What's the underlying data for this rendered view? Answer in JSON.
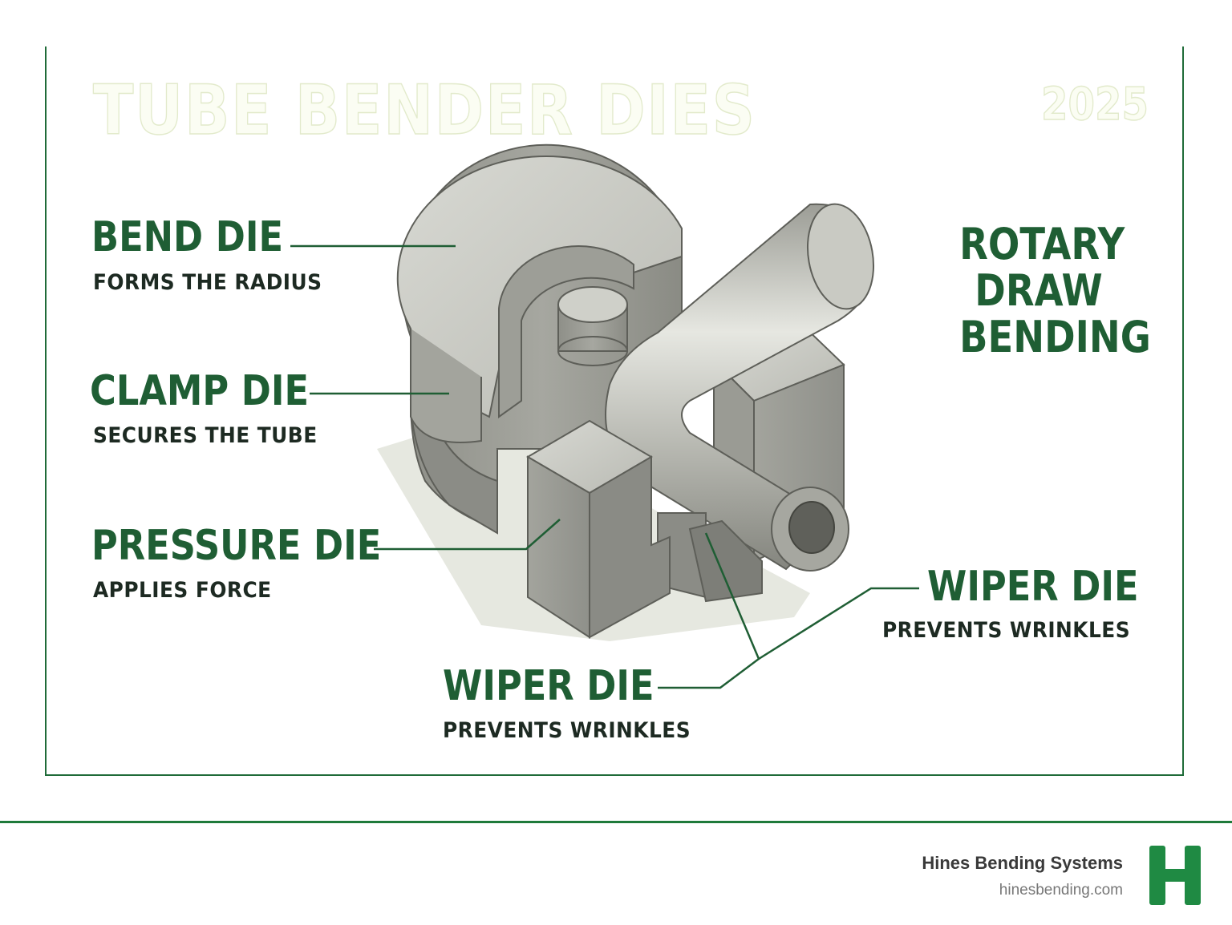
{
  "title": "TUBE BENDER DIES",
  "year": "2025",
  "labels": {
    "bend_die": {
      "title": "BEND DIE",
      "desc": "FORMS THE RADIUS"
    },
    "clamp_die": {
      "title": "CLAMP DIE",
      "desc": "SECURES THE TUBE"
    },
    "pressure_die": {
      "title": "PRESSURE DIE",
      "desc": "APPLIES FORCE"
    },
    "wiper_die_bottom": {
      "title": "WIPER DIE",
      "desc": "PREVENTS WRINKLES"
    },
    "wiper_die_right": {
      "title": "WIPER DIE",
      "desc": "PREVENTS WRINKLES"
    }
  },
  "process": [
    "ROTARY",
    "DRAW",
    "BENDING"
  ],
  "footer": {
    "company": "Hines Bending Systems",
    "url": "hinesbending.com",
    "logo_letter": "H"
  },
  "colors": {
    "accent_green": "#1f5e34",
    "frame_green": "#1f6b38",
    "die_gray": "#a9aaa4"
  }
}
